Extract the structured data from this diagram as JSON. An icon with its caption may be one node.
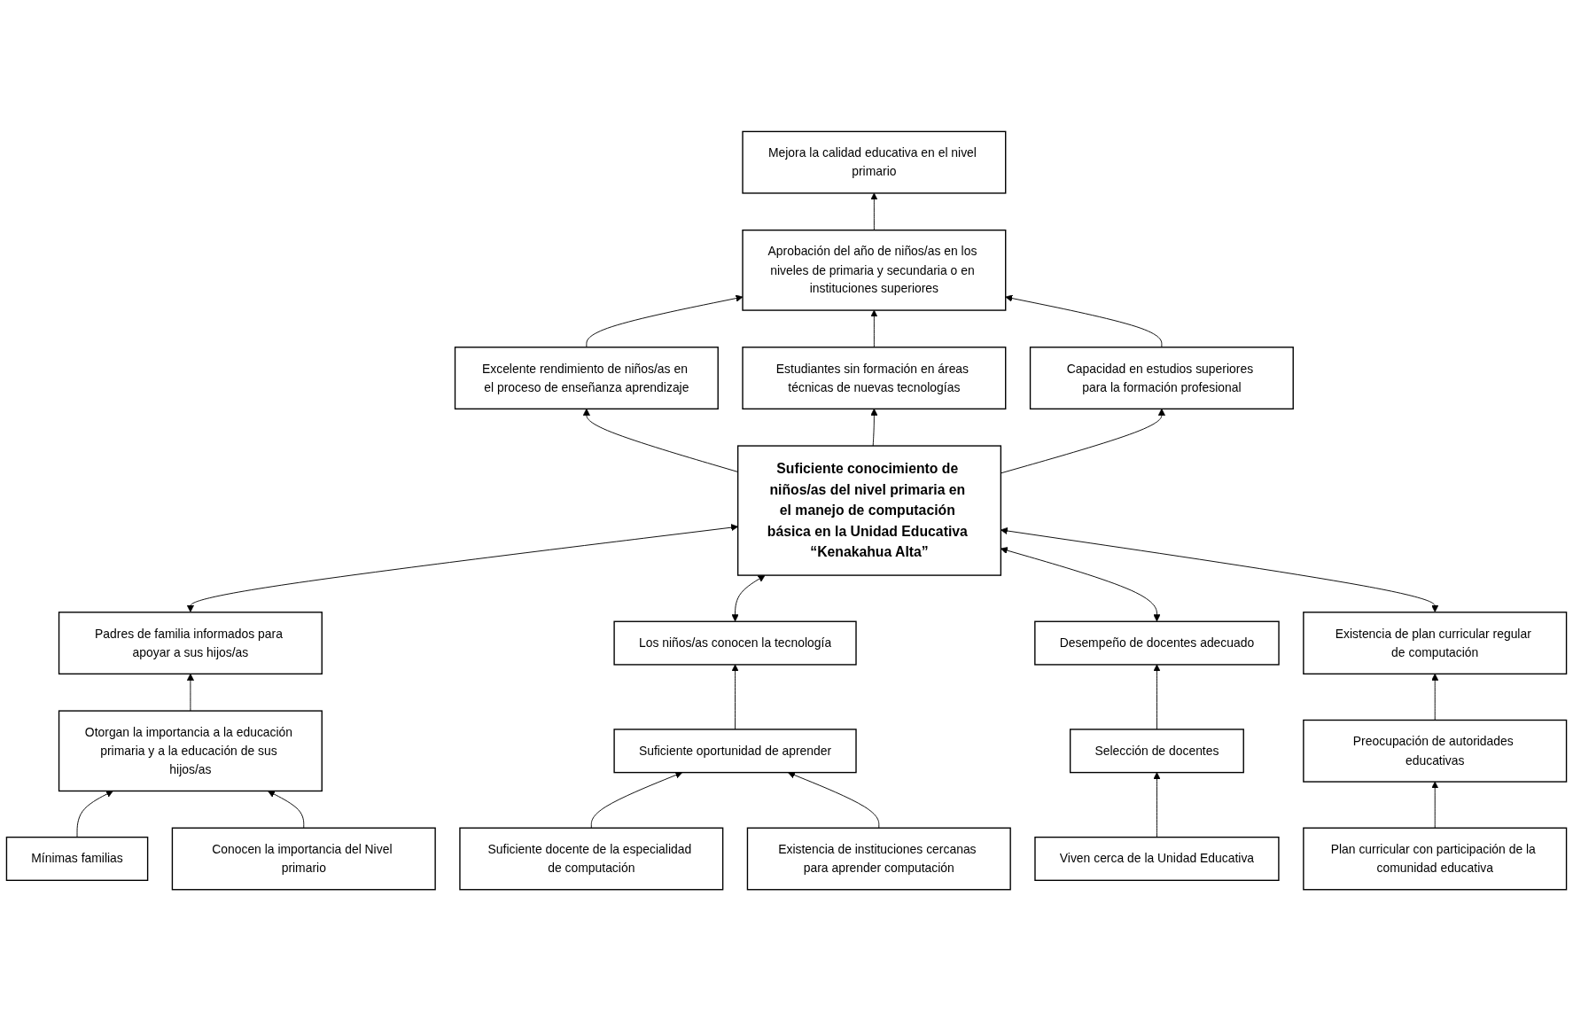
{
  "diagram": {
    "nodes": [
      {
        "text": [
          "Mejora la calidad educativa en el nivel primario"
        ]
      },
      {
        "text": [
          "Aprobación del año de niños/as en los niveles de primaria y secundaria o en instituciones superiores"
        ]
      },
      {
        "text": [
          "Excelente rendimiento de niños/as en el proceso de enseñanza aprendizaje"
        ]
      },
      {
        "text": [
          "Estudiantes sin formación en áreas técnicas de nuevas tecnologías"
        ]
      },
      {
        "text": [
          "Capacidad en estudios superiores para la formación profesional"
        ]
      },
      {
        "text": [
          "Suficiente conocimiento de niños/as del nivel primaria en el manejo de computación básica en la Unidad Educativa “Kenakahua Alta”"
        ]
      },
      {
        "text": [
          "Padres de familia informados para apoyar a sus hijos/as"
        ]
      },
      {
        "text": [
          "Los niños/as conocen la tecnología"
        ]
      },
      {
        "text": [
          "Desempeño de docentes adecuado"
        ]
      },
      {
        "text": [
          "Existencia de plan curricular regular de computación"
        ]
      },
      {
        "text": [
          "Otorgan la importancia a la educación primaria y a la educación de sus hijos/as"
        ]
      },
      {
        "text": [
          "Suficiente oportunidad de aprender"
        ]
      },
      {
        "text": [
          "Selección de docentes"
        ]
      },
      {
        "text": [
          "Preocupación de autoridades educativas"
        ]
      },
      {
        "text": [
          "Mínimas familias"
        ]
      },
      {
        "text": [
          "Conocen la importancia del Nivel primario"
        ]
      },
      {
        "text": [
          "Suficiente docente de la especialidad de computación"
        ]
      },
      {
        "text": [
          "Existencia de instituciones cercanas para aprender computación"
        ]
      },
      {
        "text": [
          "Viven cerca de la Unidad Educativa"
        ]
      },
      {
        "text": [
          "Plan curricular con participación de la comunidad educativa"
        ]
      }
    ],
    "edges": [
      {
        "from": 1,
        "to": 0,
        "arrow": "to"
      },
      {
        "from": 2,
        "to": 1,
        "arrow": "to"
      },
      {
        "from": 3,
        "to": 1,
        "arrow": "to"
      },
      {
        "from": 4,
        "to": 1,
        "arrow": "to"
      },
      {
        "from": 5,
        "to": 2,
        "arrow": "to"
      },
      {
        "from": 5,
        "to": 3,
        "arrow": "to"
      },
      {
        "from": 5,
        "to": 4,
        "arrow": "to"
      },
      {
        "from": 6,
        "to": 5,
        "arrow": "both"
      },
      {
        "from": 7,
        "to": 5,
        "arrow": "both"
      },
      {
        "from": 8,
        "to": 5,
        "arrow": "both"
      },
      {
        "from": 9,
        "to": 5,
        "arrow": "both"
      },
      {
        "from": 10,
        "to": 6,
        "arrow": "to"
      },
      {
        "from": 11,
        "to": 7,
        "arrow": "to"
      },
      {
        "from": 12,
        "to": 8,
        "arrow": "to"
      },
      {
        "from": 13,
        "to": 9,
        "arrow": "to"
      },
      {
        "from": 14,
        "to": 10,
        "arrow": "to"
      },
      {
        "from": 15,
        "to": 10,
        "arrow": "to"
      },
      {
        "from": 16,
        "to": 11,
        "arrow": "to"
      },
      {
        "from": 17,
        "to": 11,
        "arrow": "to"
      },
      {
        "from": 18,
        "to": 12,
        "arrow": "to"
      },
      {
        "from": 19,
        "to": 13,
        "arrow": "to"
      }
    ]
  }
}
